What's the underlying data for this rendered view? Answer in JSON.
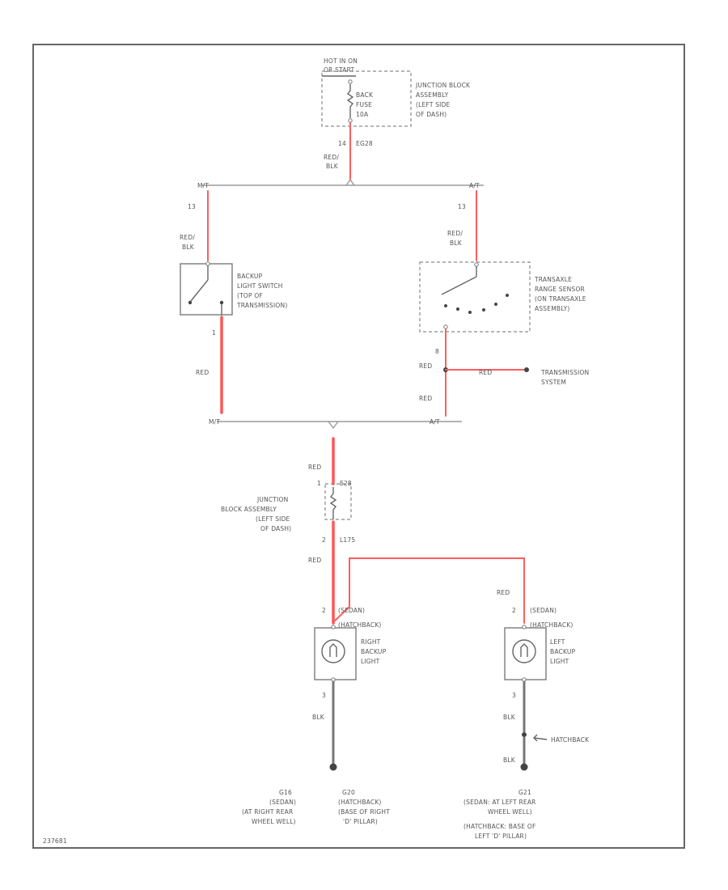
{
  "figure_code": "237681",
  "fuse_block": {
    "hot_label": [
      "HOT IN ON",
      "OR START"
    ],
    "fuse_label": [
      "BACK",
      "FUSE",
      "10A"
    ],
    "block_label": [
      "JUNCTION BLOCK",
      "ASSEMBLY",
      "(LEFT SIDE",
      "OF DASH)"
    ],
    "pin": "14",
    "connector": "EG28",
    "wire": [
      "RED/",
      "BLK"
    ]
  },
  "mt_branch": {
    "tag": "M/T",
    "pin_top": "13",
    "wire_top": [
      "RED/",
      "BLK"
    ],
    "switch_label": [
      "BACKUP",
      "LIGHT SWITCH",
      "(TOP OF",
      "TRANSMISSION)"
    ],
    "pin_bottom": "1",
    "wire_bottom": "RED",
    "join_tag": "M/T"
  },
  "at_branch": {
    "tag": "A/T",
    "pin_top": "13",
    "wire_top": [
      "RED/",
      "BLK"
    ],
    "sensor_label": [
      "TRANSAXLE",
      "RANGE SENSOR",
      "(ON TRANSAXLE",
      "ASSEMBLY)"
    ],
    "pin_bottom": "8",
    "wire_upper": "RED",
    "wire_lower": "RED",
    "wire_to_trans": "RED",
    "trans_label": [
      "TRANSMISSION",
      "SYSTEM"
    ],
    "join_tag": "A/T"
  },
  "junction": {
    "wire_in": "RED",
    "connector_top": "E28",
    "pin_top": "1",
    "label": [
      "JUNCTION",
      "BLOCK ASSEMBLY",
      "(LEFT SIDE",
      "OF DASH)"
    ],
    "pin_bottom": "2",
    "connector_bottom": "L175",
    "wire_out": "RED"
  },
  "right_light": {
    "pin_top": "2",
    "variants": [
      "(SEDAN)",
      "(HATCHBACK)"
    ],
    "label": [
      "RIGHT",
      "BACKUP",
      "LIGHT"
    ],
    "pin_bottom": "3",
    "wire_ground": "BLK",
    "ground_ids": [
      "G16",
      "G20"
    ],
    "ground_variants": [
      "(SEDAN)",
      "(HATCHBACK)"
    ],
    "ground_locations": [
      "(AT RIGHT REAR",
      "WHEEL WELL)"
    ],
    "ground_locations_alt": [
      "(BASE OF RIGHT",
      "'D' PILLAR)"
    ]
  },
  "left_light": {
    "wire_in": "RED",
    "pin_top": "2",
    "variants": [
      "(SEDAN)",
      "(HATCHBACK)"
    ],
    "label": [
      "LEFT",
      "BACKUP",
      "LIGHT"
    ],
    "pin_bottom": "3",
    "wire_ground": "BLK",
    "splice_label": "HATCHBACK",
    "wire_ground2": "BLK",
    "ground_id": "G21",
    "ground_desc": [
      "(SEDAN: AT LEFT REAR",
      "WHEEL WELL)",
      "(HATCHBACK: BASE OF",
      "LEFT 'D' PILLAR)"
    ]
  }
}
